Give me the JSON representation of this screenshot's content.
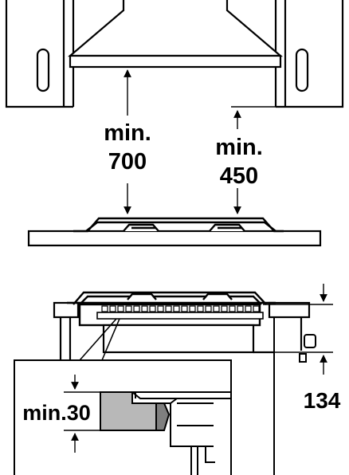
{
  "labels": {
    "hood_clearance_top": "min.",
    "hood_clearance_value": "700",
    "cabinet_clearance_top": "min.",
    "cabinet_clearance_value": "450",
    "depth_value": "134",
    "side_clearance": "min.30"
  },
  "colors": {
    "line": "#000000",
    "background": "#ffffff",
    "counter_fill": "#b8b8b8",
    "dark_fill": "#7f7f7f"
  }
}
